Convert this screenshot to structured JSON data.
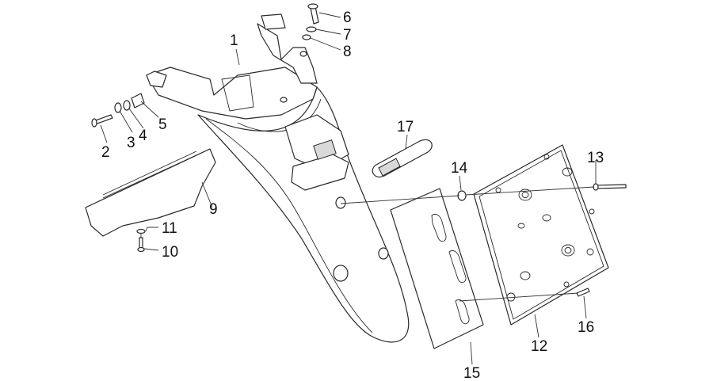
{
  "callouts": [
    {
      "id": "1",
      "text": "1"
    },
    {
      "id": "2",
      "text": "2"
    },
    {
      "id": "3",
      "text": "3"
    },
    {
      "id": "4",
      "text": "4"
    },
    {
      "id": "5",
      "text": "5"
    },
    {
      "id": "6",
      "text": "6"
    },
    {
      "id": "7",
      "text": "7"
    },
    {
      "id": "8",
      "text": "8"
    },
    {
      "id": "9",
      "text": "9"
    },
    {
      "id": "10",
      "text": "10"
    },
    {
      "id": "11",
      "text": "11"
    },
    {
      "id": "12",
      "text": "12"
    },
    {
      "id": "13",
      "text": "13"
    },
    {
      "id": "14",
      "text": "14"
    },
    {
      "id": "15",
      "text": "15"
    },
    {
      "id": "16",
      "text": "16"
    },
    {
      "id": "17",
      "text": "17"
    }
  ],
  "colors": {
    "line": "#2a2a2a",
    "background": "#ffffff"
  }
}
